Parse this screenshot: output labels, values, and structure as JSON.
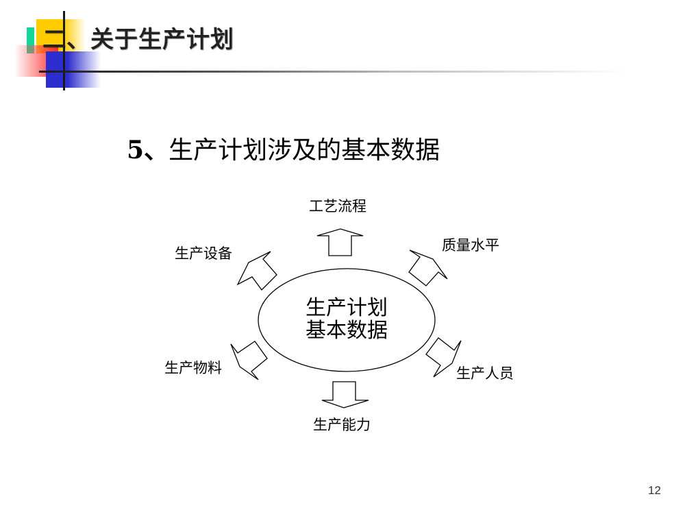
{
  "slide": {
    "title": "二、关于生产计划",
    "subtitle_number": "5、",
    "subtitle_text": "生产计划涉及的基本数据",
    "page_number": "12"
  },
  "diagram": {
    "center": {
      "line1": "生产计划",
      "line2": "基本数据"
    },
    "nodes": [
      {
        "label": "工艺流程",
        "arrow": "up"
      },
      {
        "label": "质量水平",
        "arrow": "up-right"
      },
      {
        "label": "生产人员",
        "arrow": "down-right"
      },
      {
        "label": "生产能力",
        "arrow": "down"
      },
      {
        "label": "生产物料",
        "arrow": "down-left"
      },
      {
        "label": "生产设备",
        "arrow": "up-left"
      }
    ]
  },
  "colors": {
    "logo_yellow": "#ffcc00",
    "logo_green": "#14d69a",
    "logo_red": "#ff2a2a",
    "logo_blue": "#2e2ed0",
    "title_text": "#222222"
  }
}
